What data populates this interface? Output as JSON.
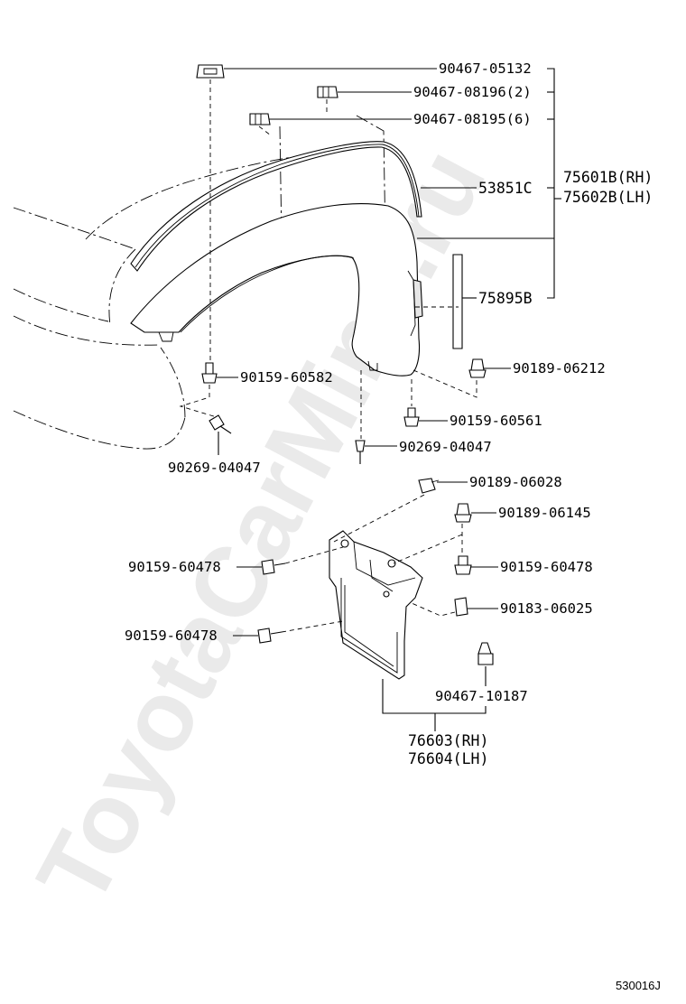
{
  "watermark": "ToyotaCarMine.ru",
  "figure_code": "530016J",
  "labels": {
    "p9046705132": "90467-05132",
    "p9046708196": "90467-08196(2)",
    "p9046708195": "90467-08195(6)",
    "p53851c": "53851C",
    "p75601b": "75601B(RH)",
    "p75602b": "75602B(LH)",
    "p75895b": "75895B",
    "p9018906212": "90189-06212",
    "p9015960582": "90159-60582",
    "p9015960561": "90159-60561",
    "p9026904047a": "90269-04047",
    "p9026904047b": "90269-04047",
    "p9018906028": "90189-06028",
    "p9018906145": "90189-06145",
    "p9015960478a": "90159-60478",
    "p9015960478b": "90159-60478",
    "p9015960478c": "90159-60478",
    "p9018306025": "90183-06025",
    "p9046710187": "90467-10187",
    "p76603": "76603(RH)",
    "p76604": "76604(LH)"
  }
}
